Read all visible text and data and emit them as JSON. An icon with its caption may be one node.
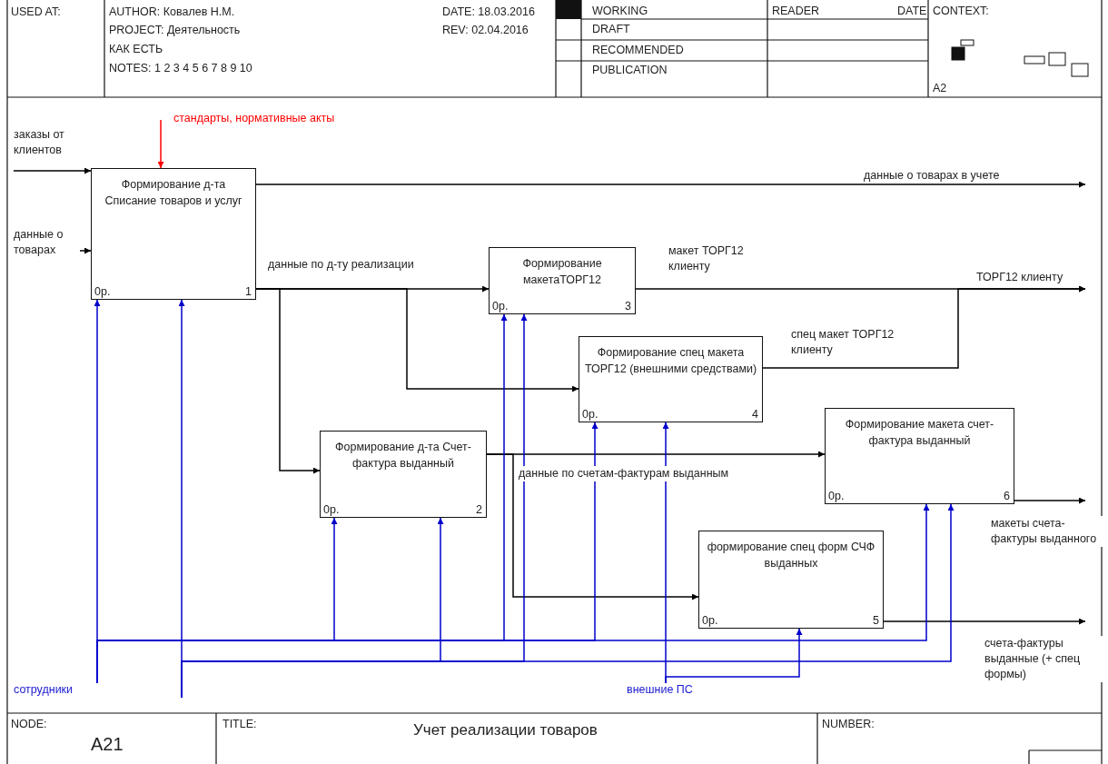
{
  "diagram": {
    "title": "Учет реализации товаров",
    "nodes": [
      {
        "text": [
          "Формирование д-та Списание товаров и услуг",
          "0р.",
          "1"
        ]
      },
      {
        "text": [
          "Формирование макетаТОРГ12",
          "0р.",
          "3"
        ]
      },
      {
        "text": [
          "Формирование спец макета ТОРГ12 (внешними средствами)",
          "0р.",
          "4"
        ]
      },
      {
        "text": [
          "Формирование д-та Счет-фактура выданный",
          "0р.",
          "2"
        ]
      },
      {
        "text": [
          "Формирование макета счет-фактура выданный",
          "0р.",
          "6"
        ]
      },
      {
        "text": [
          "формирование спец форм СЧФ выданных",
          "0р.",
          "5"
        ]
      },
      {
        "text": [
          "сотрудники"
        ]
      },
      {
        "text": [
          "внешние ПС"
        ]
      }
    ],
    "edges": [
      {
        "from": null,
        "to": 0,
        "arrow": "to",
        "label": "заказы от клиентов"
      },
      {
        "from": null,
        "to": 0,
        "arrow": "to",
        "label": "данные о товарах"
      },
      {
        "from": null,
        "to": 0,
        "arrow": "to",
        "label": "стандарты, нормативные акты",
        "color": "#ff0000"
      },
      {
        "from": 0,
        "to": null,
        "arrow": "to",
        "label": "данные о товарах в учете"
      },
      {
        "from": 0,
        "to": 1,
        "arrow": "to",
        "label": "данные по д-ту реализации"
      },
      {
        "from": 0,
        "to": 3,
        "arrow": "to"
      },
      {
        "from": 0,
        "to": 2,
        "arrow": "to"
      },
      {
        "from": 1,
        "to": null,
        "arrow": "to",
        "label": "макет ТОРГ12 клиенту"
      },
      {
        "from": 2,
        "to": null,
        "arrow": "to",
        "label": "спец макет ТОРГ12 клиенту"
      },
      {
        "from": 3,
        "to": 4,
        "arrow": "to",
        "label": "данные по счетам-фактурам выданным"
      },
      {
        "from": 3,
        "to": 5,
        "arrow": "to"
      },
      {
        "from": 4,
        "to": null,
        "arrow": "to",
        "label": "макеты счета-фактуры выданного"
      },
      {
        "from": 5,
        "to": null,
        "arrow": "to",
        "label": "счета-фактуры выданные (+ спец формы)"
      },
      {
        "from": 6,
        "to": 0,
        "arrow": "to",
        "color": "#0000cc"
      },
      {
        "from": 6,
        "to": 3,
        "arrow": "to",
        "color": "#0000cc"
      },
      {
        "from": 6,
        "to": 1,
        "arrow": "to",
        "color": "#0000cc"
      },
      {
        "from": 6,
        "to": 2,
        "arrow": "to",
        "color": "#0000cc"
      },
      {
        "from": 6,
        "to": 4,
        "arrow": "to",
        "color": "#0000cc"
      },
      {
        "from": null,
        "to": 0,
        "arrow": "to",
        "color": "#0000cc"
      },
      {
        "from": null,
        "to": 3,
        "arrow": "to",
        "color": "#0000cc"
      },
      {
        "from": null,
        "to": 1,
        "arrow": "to",
        "color": "#0000cc"
      },
      {
        "from": null,
        "to": 4,
        "arrow": "to",
        "color": "#0000cc"
      },
      {
        "from": 7,
        "to": 2,
        "arrow": "to",
        "color": "#0000cc"
      },
      {
        "from": 7,
        "to": 5,
        "arrow": "to",
        "color": "#0000cc"
      }
    ],
    "labels": [
      "USED AT:",
      "AUTHOR: Ковалев Н.М.",
      "DATE: 18.03.2016",
      "PROJECT: Деятельность",
      "REV: 02.04.2016",
      "КАК ЕСТЬ",
      "NOTES: 1 2 3 4 5 6 7 8 9 10",
      "WORKING",
      "DRAFT",
      "RECOMMENDED",
      "PUBLICATION",
      "READER",
      "DATE",
      "CONTEXT:",
      "A2",
      "ТОРГ12 клиенту",
      "NODE:",
      "A21",
      "TITLE:",
      "NUMBER:"
    ]
  }
}
